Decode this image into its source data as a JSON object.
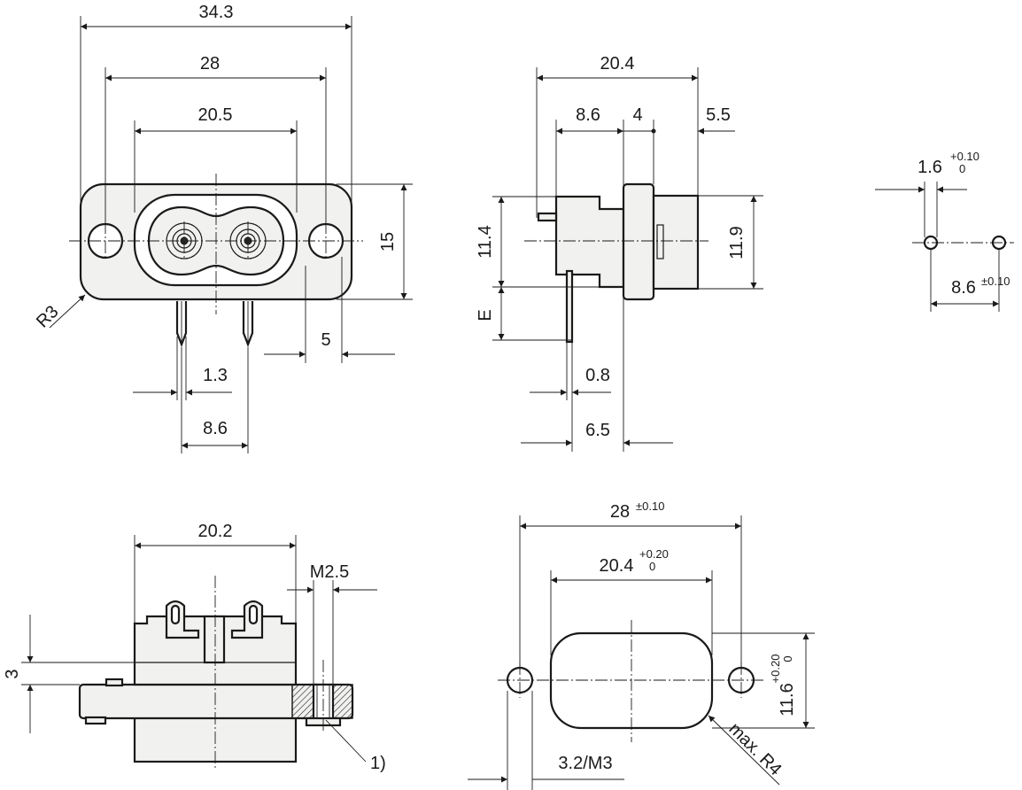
{
  "front_view": {
    "dim_overall_width": "34.3",
    "dim_mount_hole_pitch": "28",
    "dim_socket_width": "20.5",
    "dim_height": "15",
    "dim_corner_radius": "R3",
    "dim_edge": "5",
    "dim_pin_width": "1.3",
    "dim_pin_pitch": "8.6"
  },
  "side_view": {
    "dim_depth": "20.4",
    "dim_rear": "8.6",
    "dim_flange": "4",
    "dim_front": "5.5",
    "dim_rear_height": "11.4",
    "dim_front_height": "11.9",
    "dim_e": "E",
    "dim_pin_thickness": "0.8",
    "dim_pin_offset": "6.5"
  },
  "pcb_layout": {
    "dim_hole_diameter": "1.6",
    "dim_hole_diameter_tol_upper": "+0.10",
    "dim_hole_diameter_tol_lower": "0",
    "dim_hole_pitch": "8.6",
    "dim_hole_pitch_tol": "±0.10"
  },
  "bottom_view": {
    "dim_body_width": "20.2",
    "dim_thread": "M2.5",
    "dim_flange_thickness": "3",
    "note_callout": "1)"
  },
  "panel_cutout": {
    "dim_hole_pitch": "28",
    "dim_hole_pitch_tol": "±0.10",
    "dim_cutout_width": "20.4",
    "dim_cutout_width_tol_upper": "+0.20",
    "dim_cutout_width_tol_lower": "0",
    "dim_cutout_height": "11.6",
    "dim_cutout_height_tol_upper": "+0.20",
    "dim_cutout_height_tol_lower": "0",
    "dim_hole_spec": "3.2/M3",
    "dim_corner_radius": "max. R4"
  }
}
